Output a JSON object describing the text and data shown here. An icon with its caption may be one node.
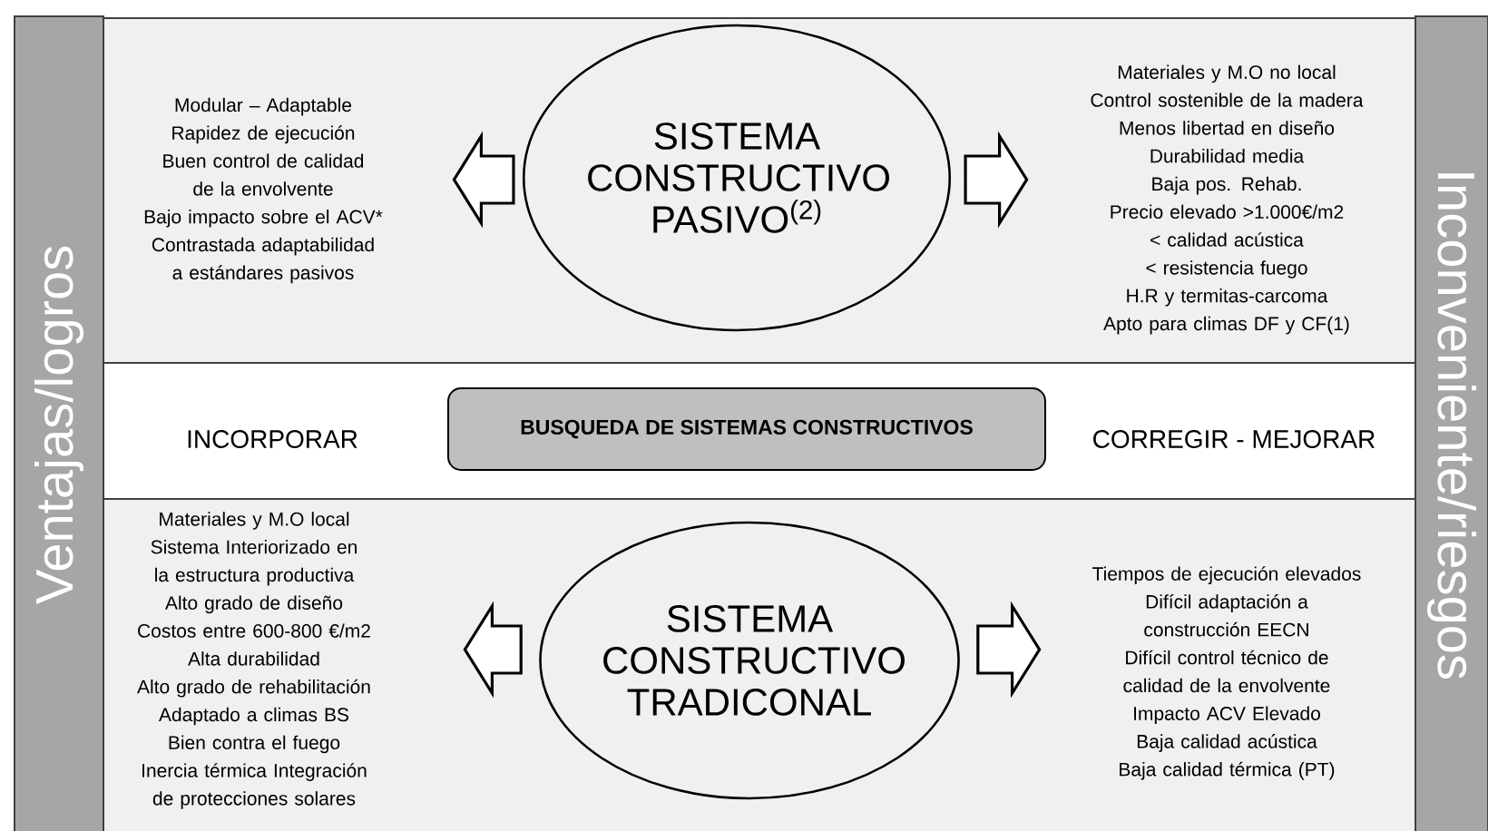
{
  "diagram": {
    "nodes": [
      {
        "text": [
          "Ventajas/logros"
        ]
      },
      {
        "text": [],
        "shape": "box"
      },
      {
        "text": [
          "SISTEMA CONSTRUCTIVO PASIVO$^{(2)}$"
        ],
        "in": 1
      },
      {
        "text": [
          "Modular – Adaptable",
          "Rapidez de ejecución",
          "Buen control de calidad de la envolvente",
          "Bajo impacto sobre el ACV*",
          "Contrastada adaptabilidad a estándares pasivos"
        ],
        "in": 1
      },
      {
        "text": [
          "Materiales y M.O no local",
          "Control sostenible de la madera",
          "Menos libertad en diseño",
          "Durabilidad media",
          "Baja pos. Rehab.",
          "Precio elevado >1.000€/m2",
          "< calidad acústica",
          "< resistencia fuego",
          "H.R y termitas-carcoma",
          "Apto para climas DF y CF(1)"
        ],
        "in": 1
      },
      {
        "text": [
          "BUSQUEDA DE SISTEMAS CONSTRUCTIVOS"
        ]
      },
      {
        "text": [],
        "shape": "box"
      },
      {
        "text": [
          "SISTEMA CONSTRUCTIVO TRADICONAL"
        ],
        "in": 6
      },
      {
        "text": [
          "Materiales y M.O local",
          "Sistema Interiorizado en la estructura productiva",
          "Alto grado de diseño",
          "Costos entre 600-800 €/m2",
          "Alta durabilidad",
          "Alto grado de rehabilitación",
          "Adaptado a climas BS Bien contra el fuego",
          "Inercia térmica Integración de protecciones solares"
        ],
        "in": 6
      },
      {
        "text": [
          "Tiempos de ejecución elevados",
          "Difícil adaptación a construcción EECN",
          "Difícil control técnico de calidad de la envolvente",
          "Impacto ACV Elevado",
          "Baja calidad acústica",
          "Baja calidad térmica (PT)"
        ],
        "in": 6
      },
      {
        "text": [
          "Inconveniente/riesgos"
        ]
      }
    ],
    "edges": [
      {
        "from": 2,
        "to": 3,
        "arrow": "to"
      },
      {
        "from": 2,
        "to": 4,
        "arrow": "to"
      },
      {
        "from": 7,
        "to": 8,
        "arrow": "to"
      },
      {
        "from": 7,
        "to": 9,
        "arrow": "to"
      }
    ],
    "labels": [
      "INCORPORAR",
      "CORREGIR - MEJORAR"
    ]
  }
}
